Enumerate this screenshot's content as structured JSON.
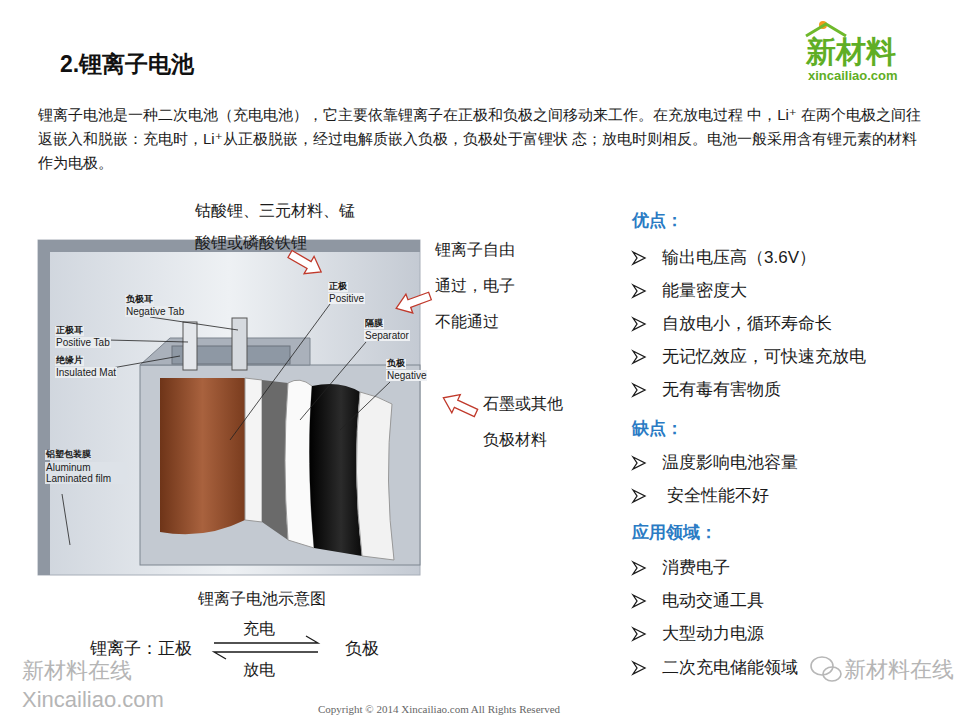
{
  "diagram": {
    "title": "2.锂离子电池",
    "labels": [
      "新材料",
      "xincailiao.com",
      "锂离子电池是一种二次电池（充电电池），它主要依靠锂离子在正极和负极之间移动来工作。在充放电过程 中，Li⁺ 在两个电极之间往返嵌入和脱嵌：充电时，Li⁺从正极脱嵌，经过电解质嵌入负极，负极处于富锂状 态；放电时则相反。电池一般采用含有锂元素的材料作为电极。",
      "钴酸锂、三元材料、锰 酸锂或磷酸铁锂",
      "锂离子自由 通过，电子 不能通过",
      "石墨或其他 负极材料",
      "负极耳",
      "Negative Tab",
      "正极耳",
      "Positive Tab",
      "绝缘片",
      "Insulated Mat",
      "正极",
      "Positive",
      "隔膜",
      "Separator",
      "负极",
      "Negative",
      "铝塑包装膜",
      "Aluminum Laminated film",
      "优点：",
      "输出电压高（3.6V）",
      "能量密度大",
      "自放电小，循环寿命长",
      "无记忆效应，可快速充放电",
      "无有毒有害物质",
      "缺点：",
      "温度影响电池容量",
      "安全性能不好",
      "应用领域：",
      "消费电子",
      "电动交通工具",
      "大型动力电源",
      "二次充电储能领域",
      "锂离子电池示意图",
      "锂离子：正极",
      "充电",
      "放电",
      "负极",
      "新材料在线",
      "Xincailiao.com",
      "Copyright © 2014   Xincailiao.com    All Rights Reserved",
      "新材料在线"
    ]
  }
}
